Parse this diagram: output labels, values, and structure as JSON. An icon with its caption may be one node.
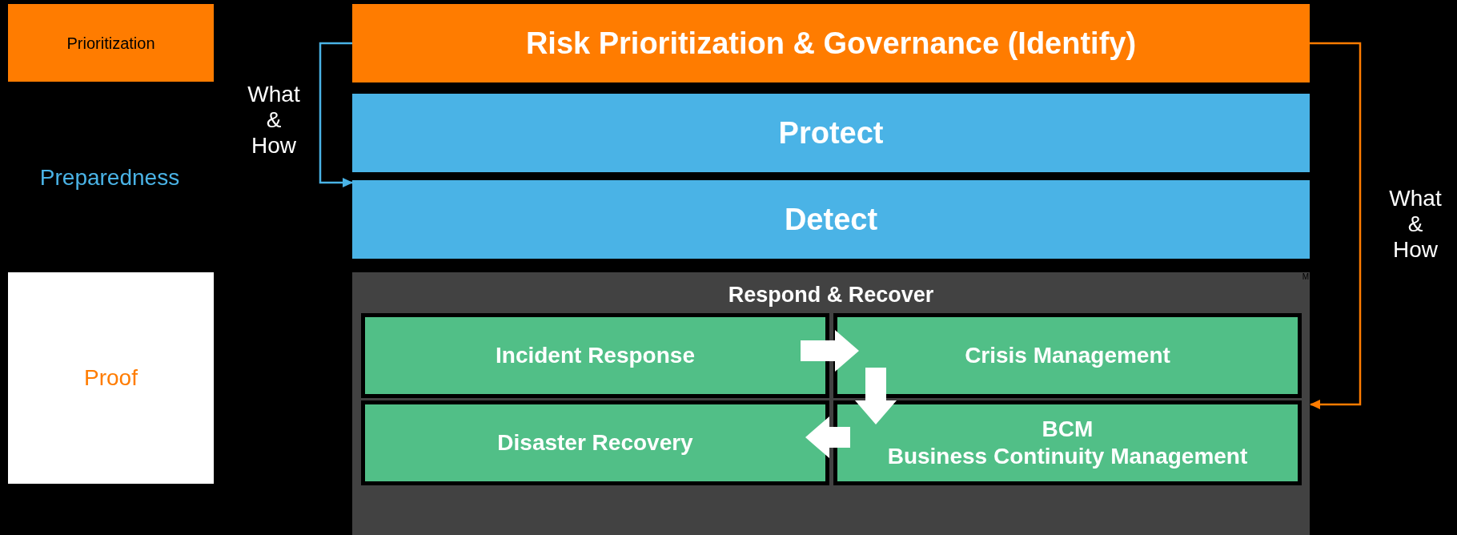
{
  "diagram": {
    "nodes": [
      {
        "text": [
          "Prioritization"
        ]
      },
      {
        "text": [
          "Proof"
        ]
      },
      {
        "text": [
          "Risk Prioritization & Governance (Identify)"
        ]
      },
      {
        "text": [
          "Protect"
        ]
      },
      {
        "text": [
          "Detect"
        ]
      },
      {
        "text": [
          "Respond & Recover"
        ]
      },
      {
        "text": [
          "Incident Response"
        ],
        "in": 5
      },
      {
        "text": [
          "Crisis Management"
        ],
        "in": 5
      },
      {
        "text": [
          "Disaster Recovery"
        ],
        "in": 5
      },
      {
        "text": [
          "BCM",
          "Business Continuity Management"
        ],
        "in": 5
      }
    ],
    "edges": [
      {
        "from": 2,
        "to": 4,
        "arrow": "to",
        "label": "What & How",
        "color": "#4ab3e6"
      },
      {
        "from": 2,
        "to": 5,
        "arrow": "to",
        "label": "What & How",
        "color": "#ff7c00"
      },
      {
        "from": 6,
        "to": 7,
        "arrow": "to",
        "color": "#ffffff"
      },
      {
        "from": 7,
        "to": 9,
        "arrow": "to",
        "color": "#ffffff"
      },
      {
        "from": 9,
        "to": 8,
        "arrow": "to",
        "color": "#ffffff"
      }
    ],
    "labels": [
      "Preparedness",
      "M"
    ]
  }
}
